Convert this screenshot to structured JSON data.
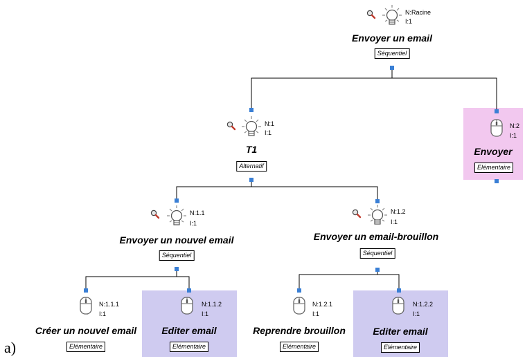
{
  "caption": "a)",
  "nodes": {
    "root": {
      "title": "Envoyer un email",
      "operator": "Séquentiel",
      "n": "N:Racine",
      "i": "I:1",
      "icon": "lightbulb-icon"
    },
    "t1": {
      "title": "T1",
      "operator": "Alternatif",
      "n": "N:1",
      "i": "I:1",
      "icon": "lightbulb-icon"
    },
    "envoyer": {
      "title": "Envoyer",
      "operator": "Elémentaire",
      "n": "N:2",
      "i": "I:1",
      "icon": "mouse-icon",
      "highlight": "#f2c8ef"
    },
    "nouvel": {
      "title": "Envoyer un nouvel email",
      "operator": "Séquentiel",
      "n": "N:1.1",
      "i": "I:1",
      "icon": "lightbulb-icon"
    },
    "brouillon": {
      "title": "Envoyer un email-brouillon",
      "operator": "Séquentiel",
      "n": "N:1.2",
      "i": "I:1",
      "icon": "lightbulb-icon"
    },
    "creer": {
      "title": "Créer un nouvel email",
      "operator": "Elémentaire",
      "n": "N:1.1.1",
      "i": "I:1",
      "icon": "mouse-icon"
    },
    "editer1": {
      "title": "Editer email",
      "operator": "Elémentaire",
      "n": "N:1.1.2",
      "i": "I:1",
      "icon": "mouse-icon",
      "highlight": "#cfcbf0"
    },
    "reprendre": {
      "title": "Reprendre brouillon",
      "operator": "Elémentaire",
      "n": "N:1.2.1",
      "i": "I:1",
      "icon": "mouse-icon"
    },
    "editer2": {
      "title": "Editer email",
      "operator": "Elémentaire",
      "n": "N:1.2.2",
      "i": "I:1",
      "icon": "mouse-icon",
      "highlight": "#cfcbf0"
    }
  },
  "colors": {
    "connector": "#000000",
    "port": "#3a7fd5",
    "bulb": "#888888"
  }
}
